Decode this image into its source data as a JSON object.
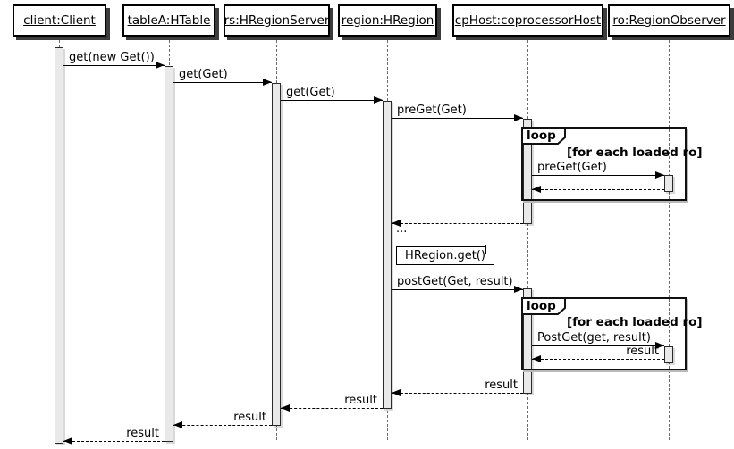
{
  "diagram_type": "uml-sequence",
  "participants": [
    {
      "name": "client",
      "label": "client:Client"
    },
    {
      "name": "tableA",
      "label": "tableA:HTable"
    },
    {
      "name": "rs",
      "label": "rs:HRegionServer"
    },
    {
      "name": "region",
      "label": "region:HRegion"
    },
    {
      "name": "cpHost",
      "label": "cpHost:coprocessorHost"
    },
    {
      "name": "ro",
      "label": "ro:RegionObserver"
    }
  ],
  "messages": [
    {
      "label": "get(new Get())",
      "from": "client",
      "to": "tableA",
      "kind": "call"
    },
    {
      "label": "get(Get)",
      "from": "tableA",
      "to": "rs",
      "kind": "call"
    },
    {
      "label": "get(Get)",
      "from": "rs",
      "to": "region",
      "kind": "call"
    },
    {
      "label": "preGet(Get)",
      "from": "region",
      "to": "cpHost",
      "kind": "call"
    },
    {
      "label": "preGet(Get)",
      "from": "cpHost",
      "to": "ro",
      "kind": "call"
    },
    {
      "label": "",
      "from": "ro",
      "to": "cpHost",
      "kind": "return"
    },
    {
      "label": "",
      "from": "cpHost",
      "to": "region",
      "kind": "return"
    },
    {
      "label": "postGet(Get, result)",
      "from": "region",
      "to": "cpHost",
      "kind": "call"
    },
    {
      "label": "PostGet(get, result)",
      "from": "cpHost",
      "to": "ro",
      "kind": "call"
    },
    {
      "label": "result",
      "from": "ro",
      "to": "cpHost",
      "kind": "return"
    },
    {
      "label": "result",
      "from": "cpHost",
      "to": "region",
      "kind": "return"
    },
    {
      "label": "result",
      "from": "region",
      "to": "rs",
      "kind": "return"
    },
    {
      "label": "result",
      "from": "rs",
      "to": "tableA",
      "kind": "return"
    },
    {
      "label": "result",
      "from": "tableA",
      "to": "client",
      "kind": "return"
    }
  ],
  "fragments": [
    {
      "operator": "loop",
      "guard": "[for each loaded ro]"
    },
    {
      "operator": "loop",
      "guard": "[for each loaded ro]"
    }
  ],
  "note": {
    "text": "HRegion.get()"
  },
  "ellipsis": "...",
  "colors": {
    "line": "#000000",
    "activation_fill": "#e9e9e9",
    "box_shadow": "#3c3c3c",
    "background": "#ffffff"
  }
}
